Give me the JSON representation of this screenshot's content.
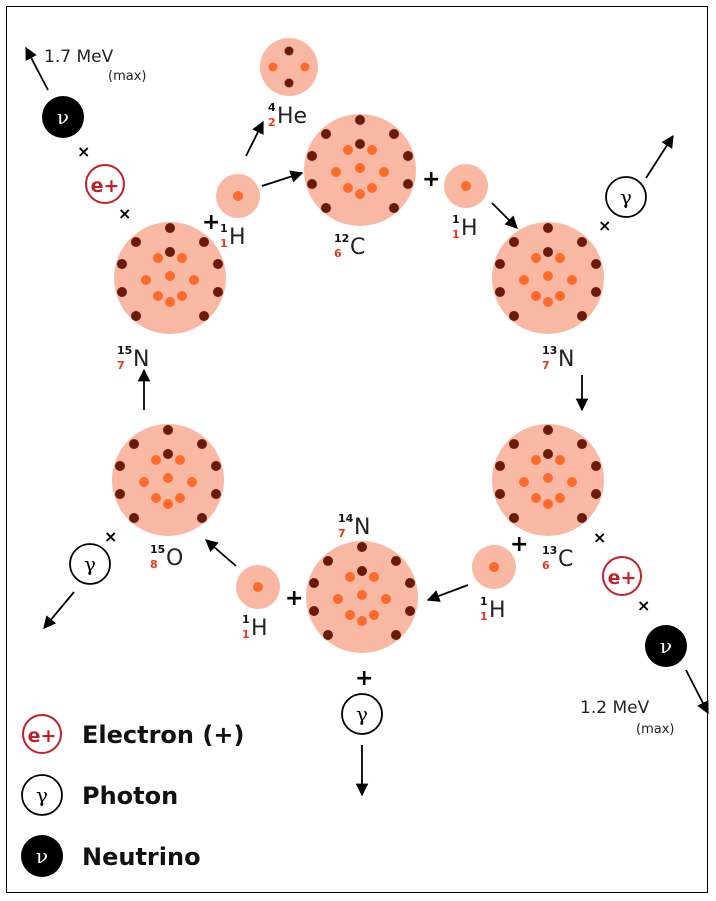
{
  "nuclei": [
    {
      "id": "c12",
      "sym": "C",
      "mass": "12",
      "z": "6"
    },
    {
      "id": "n13",
      "sym": "N",
      "mass": "13",
      "z": "7"
    },
    {
      "id": "c13",
      "sym": "C",
      "mass": "13",
      "z": "6"
    },
    {
      "id": "n14",
      "sym": "N",
      "mass": "14",
      "z": "7"
    },
    {
      "id": "o15",
      "sym": "O",
      "mass": "15",
      "z": "8"
    },
    {
      "id": "n15",
      "sym": "N",
      "mass": "15",
      "z": "7"
    },
    {
      "id": "he4",
      "sym": "He",
      "mass": "4",
      "z": "2"
    }
  ],
  "protons": [
    {
      "id": "p1",
      "sym": "H",
      "mass": "1",
      "z": "1"
    },
    {
      "id": "p2",
      "sym": "H",
      "mass": "1",
      "z": "1"
    },
    {
      "id": "p3",
      "sym": "H",
      "mass": "1",
      "z": "1"
    },
    {
      "id": "p4",
      "sym": "H",
      "mass": "1",
      "z": "1"
    }
  ],
  "energies": [
    {
      "value": "1.7 MeV",
      "note": "(max)"
    },
    {
      "value": "1.2 MeV",
      "note": "(max)"
    }
  ],
  "symbols": {
    "positron": "e+",
    "photon": "γ",
    "neutrino": "ν",
    "plus": "+",
    "cross": "×"
  },
  "legend": [
    {
      "glyph": "e+",
      "label": "Electron (+)"
    },
    {
      "glyph": "γ",
      "label": "Photon"
    },
    {
      "glyph": "ν",
      "label": "Neutrino"
    }
  ],
  "colors": {
    "nucleus_fill": "#f9b8a4",
    "dot_dark": "#6b1a0a",
    "dot_light": "#ff6a2b",
    "positron_red": "#c0202a",
    "atomic_number": "#e8391a"
  }
}
